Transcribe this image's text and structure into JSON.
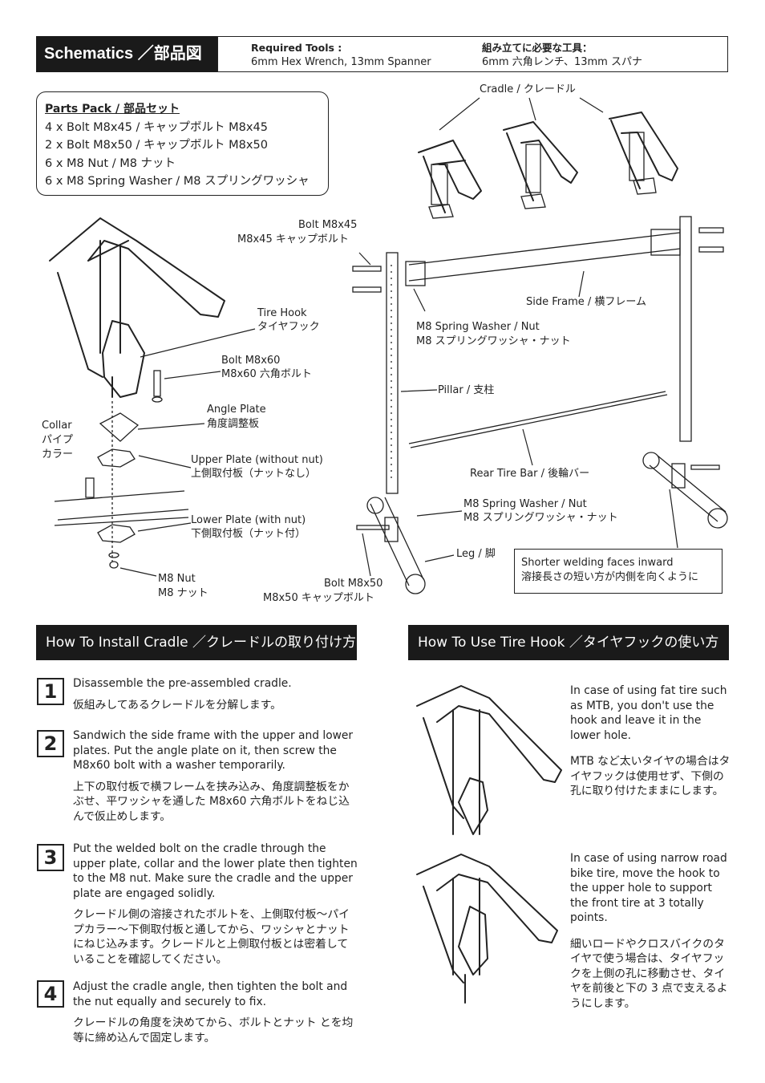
{
  "header": {
    "title": "Schematics ／部品図",
    "tools_heading_en": "Required Tools :",
    "tools_en": "6mm Hex Wrench, 13mm Spanner",
    "tools_heading_ja": "組み立てに必要な工具：",
    "tools_ja": "6mm 六角レンチ、13mm スパナ"
  },
  "parts_pack": {
    "heading": "Parts Pack / 部品セット",
    "items": [
      "4 x Bolt M8x45 / キャップボルト M8x45",
      "2 x Bolt M8x50 / キャップボルト M8x50",
      "6 x M8 Nut / M8 ナット",
      "6 x M8 Spring Washer / M8 スプリングワッシャ"
    ]
  },
  "labels": {
    "cradle": "Cradle / クレードル",
    "bolt45_en": "Bolt M8x45",
    "bolt45_ja": "M8x45 キャップボルト",
    "tire_hook_en": "Tire Hook",
    "tire_hook_ja": "タイヤフック",
    "bolt60_en": "Bolt M8x60",
    "bolt60_ja": "M8x60 六角ボルト",
    "angle_plate_en": "Angle Plate",
    "angle_plate_ja": "角度調整板",
    "collar_en": "Collar",
    "collar_ja1": "パイプ",
    "collar_ja2": "カラー",
    "upper_plate_en": "Upper Plate (without nut)",
    "upper_plate_ja": "上側取付板（ナットなし）",
    "lower_plate_en": "Lower Plate (with nut)",
    "lower_plate_ja": "下側取付板（ナット付）",
    "m8nut_en": "M8 Nut",
    "m8nut_ja": "M8 ナット",
    "side_frame": "Side Frame / 横フレーム",
    "washer_nut_en": "M8 Spring Washer / Nut",
    "washer_nut_ja": "M8 スプリングワッシャ・ナット",
    "pillar": "Pillar / 支柱",
    "rear_tire_bar": "Rear Tire Bar / 後輪バー",
    "washer_nut2_en": "M8 Spring Washer / Nut",
    "washer_nut2_ja": "M8 スプリングワッシャ・ナット",
    "leg": "Leg / 脚",
    "bolt50_en": "Bolt M8x50",
    "bolt50_ja": "M8x50 キャップボルト",
    "note_en": "Shorter welding faces inward",
    "note_ja": "溶接長さの短い方が内側を向くように"
  },
  "install": {
    "title": "How To Install Cradle ／クレードルの取り付け方",
    "steps": [
      {
        "num": "1",
        "en": "Disassemble the pre-assembled cradle.",
        "ja": "仮組みしてあるクレードルを分解します。"
      },
      {
        "num": "2",
        "en": "Sandwich the side frame with the upper and lower plates. Put the angle plate on it, then screw the M8x60 bolt with a washer temporarily.",
        "ja": "上下の取付板で横フレームを挟み込み、角度調整板をかぶせ、平ワッシャを通した M8x60 六角ボルトをねじ込んで仮止めします。"
      },
      {
        "num": "3",
        "en": "Put the welded bolt on the cradle through the upper plate, collar and the lower plate then tighten to the M8 nut. Make sure the cradle and the upper plate are engaged solidly.",
        "ja": "クレードル側の溶接されたボルトを、上側取付板〜パイプカラー〜下側取付板と通してから、ワッシャとナットにねじ込みます。クレードルと上側取付板とは密着していることを確認してください。"
      },
      {
        "num": "4",
        "en": "Adjust the cradle angle, then tighten the bolt and the nut equally and securely to fix.",
        "ja": "クレードルの角度を決めてから、ボルトとナット とを均等に締め込んで固定します。"
      }
    ]
  },
  "tire_hook": {
    "title": "How To Use Tire Hook ／タイヤフックの使い方",
    "fat_en": "In case of using fat tire such as MTB, you don't use the hook and leave it in the lower hole.",
    "fat_ja": "MTB など太いタイヤの場合はタイヤフックは使用せず、下側の孔に取り付けたままにします。",
    "road_en": "In case of using narrow road bike tire, move the hook to the upper hole to support the front tire at 3 totally points.",
    "road_ja": "細いロードやクロスバイクのタイヤで使う場合は、タイヤフックを上側の孔に移動させ、タイヤを前後と下の 3 点で支えるようにします。"
  }
}
